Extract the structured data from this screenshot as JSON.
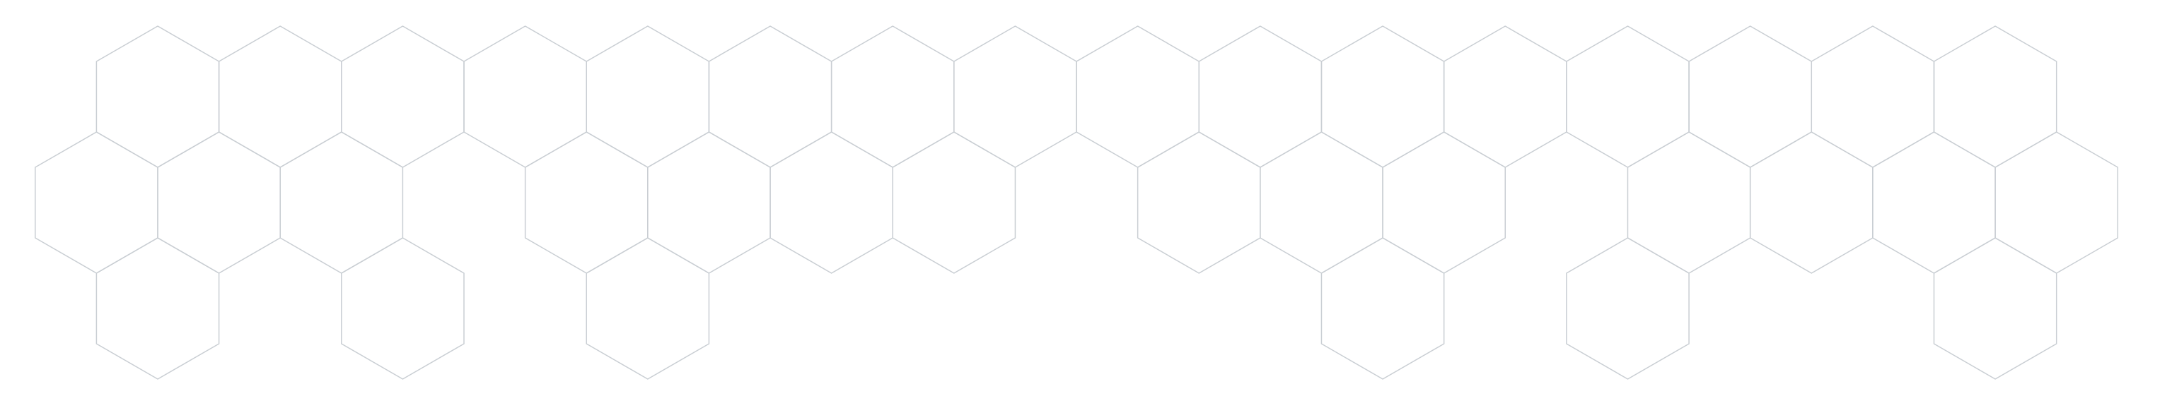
{
  "style": {
    "background": "#ffffff",
    "stroke": "#c9ced3"
  },
  "hex_layout": {
    "orientation": "pointy-top",
    "rows": [
      {
        "row": 0,
        "columns": [
          0,
          1,
          2,
          3,
          4,
          5,
          6,
          7,
          8,
          9,
          10,
          11,
          12,
          13,
          14,
          15
        ]
      },
      {
        "row": 1,
        "columns": [
          0,
          1,
          2,
          4,
          5,
          6,
          7,
          9,
          10,
          11,
          13,
          14,
          15,
          16
        ]
      },
      {
        "row": 2,
        "columns": [
          0,
          2,
          4,
          10,
          12,
          15
        ]
      }
    ]
  }
}
